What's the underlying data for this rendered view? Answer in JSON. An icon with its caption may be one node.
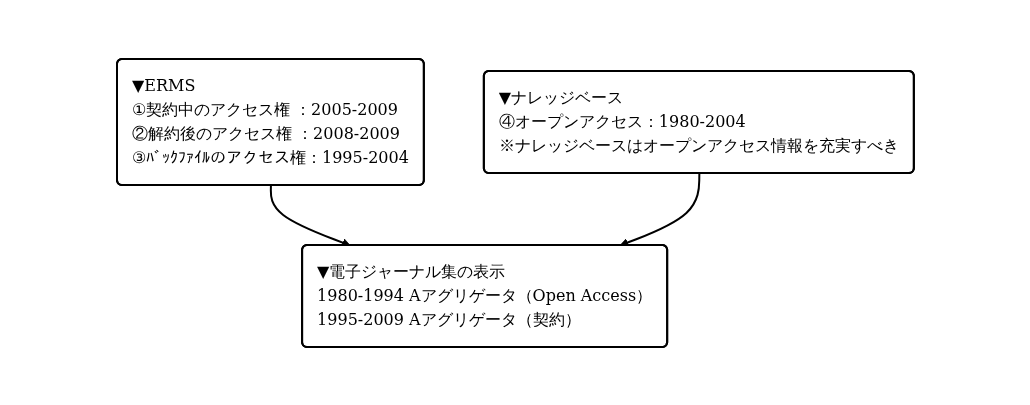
{
  "diagram": {
    "nodes": [
      {
        "text": [
          "▼ERMS",
          "①契約中のアクセス権 ：2005-2009",
          "②解約後のアクセス権 ：2008-2009",
          "③ﾊﾞｯｸﾌｧｲﾙのアクセス権：1995-2004"
        ]
      },
      {
        "text": [
          "▼ナレッジベース",
          "④オープンアクセス：1980-2004",
          "※ナレッジベースはオープンアクセス情報を充実すべき"
        ]
      },
      {
        "text": [
          "▼電子ジャーナル集の表示",
          "1980-1994 Aアグリゲータ（Open Access）",
          "1995-2009 Aアグリゲータ（契約）"
        ]
      }
    ],
    "edges": [
      {
        "from": 0,
        "to": 2,
        "arrow": "to"
      },
      {
        "from": 1,
        "to": 2,
        "arrow": "to"
      }
    ]
  }
}
